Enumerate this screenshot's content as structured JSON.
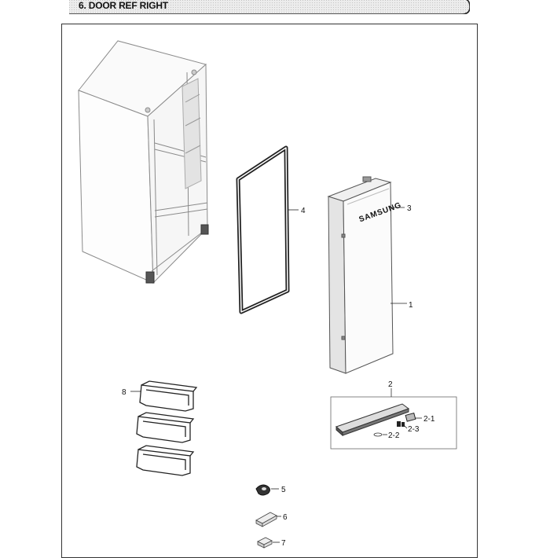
{
  "header": {
    "title": "6. DOOR REF RIGHT"
  },
  "door_logo": "SAMSUNG",
  "callouts": {
    "c1": "1",
    "c2": "2",
    "c2_1": "2-1",
    "c2_2": "2-2",
    "c2_3": "2-3",
    "c3": "3",
    "c4": "4",
    "c5": "5",
    "c6": "6",
    "c7": "7",
    "c8": "8"
  }
}
